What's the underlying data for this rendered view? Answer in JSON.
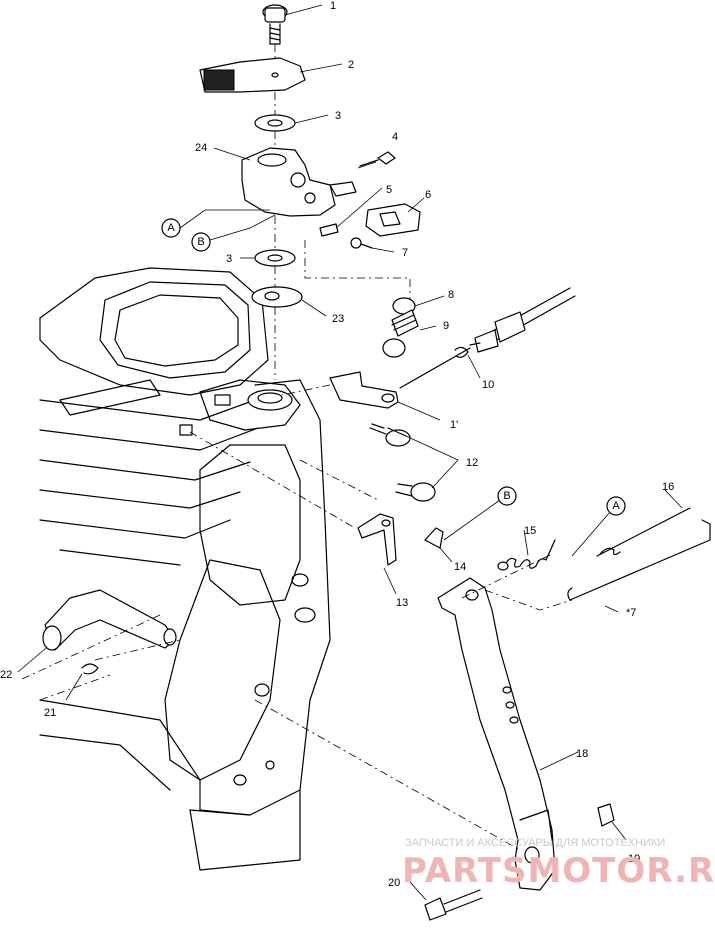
{
  "callouts": {
    "c1": "1",
    "c2": "2",
    "c3a": "3",
    "c3b": "3",
    "c4": "4",
    "c5": "5",
    "c6": "6",
    "c7a": "7",
    "c8": "8",
    "c9": "9",
    "c10": "10",
    "c11": "1'",
    "c12": "12",
    "c13": "13",
    "c14": "14",
    "c15": "15",
    "c16": "16",
    "c17": "*7",
    "c18": "18",
    "c19": "19",
    "c20": "20",
    "c21": "21",
    "c22": "22",
    "c23": "23",
    "c24": "24"
  },
  "ref_letters": {
    "a_left": "A",
    "b_left": "B",
    "b_right": "B",
    "a_right": "A"
  },
  "watermark": {
    "subtitle": "ЗАПЧАСТИ И АКСЕССУАРЫ ДЛЯ МОТОТЕХНИКИ",
    "brand": "PARTSMOTOR.RU"
  }
}
